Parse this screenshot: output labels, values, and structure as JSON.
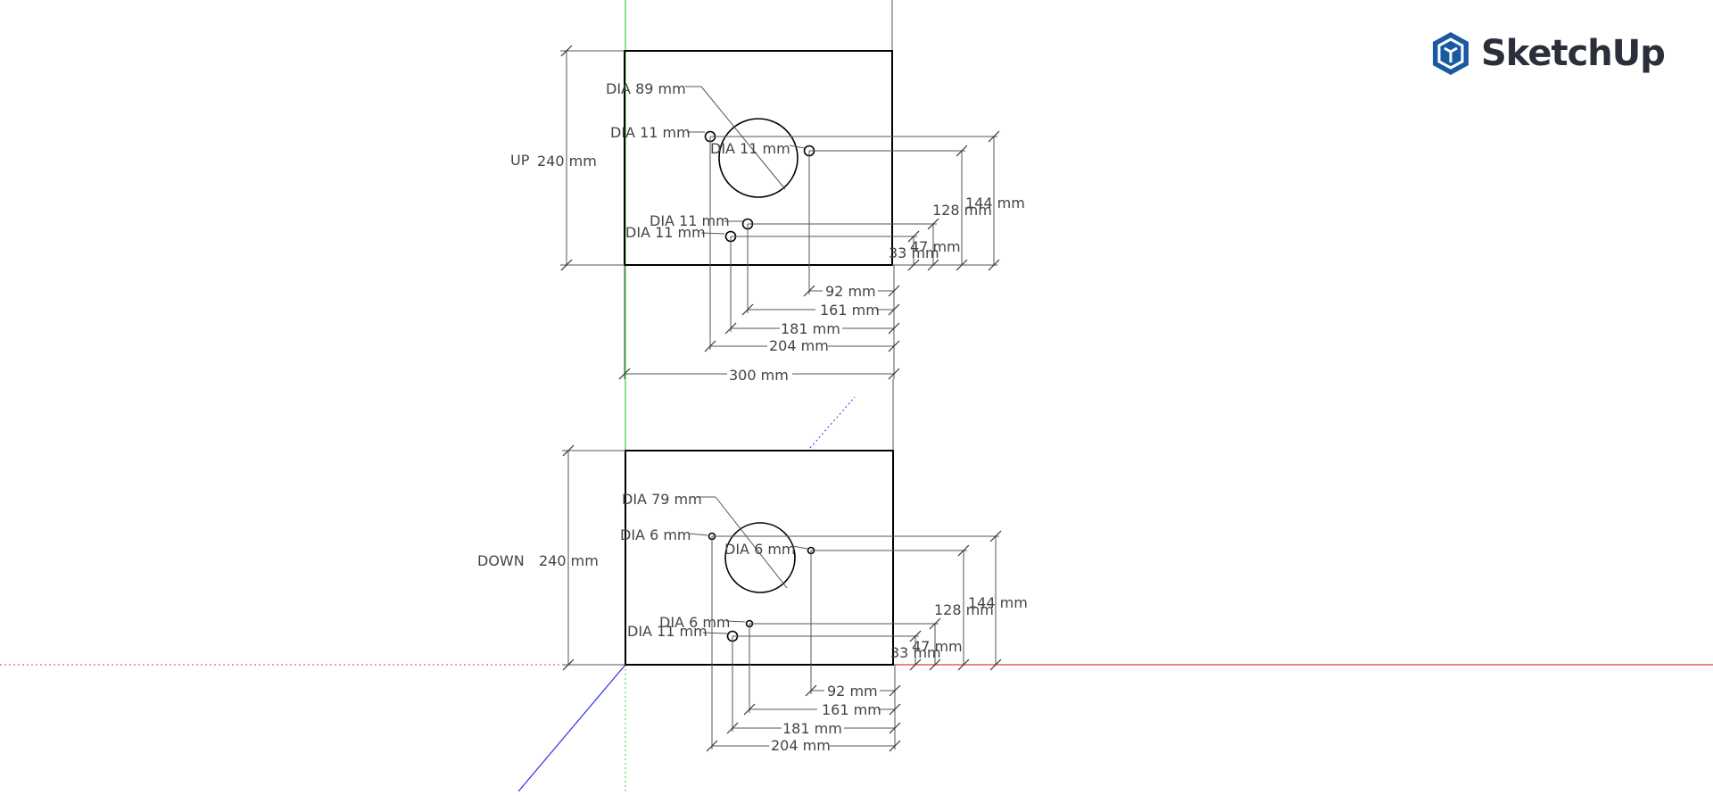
{
  "app": {
    "brand": "SketchUp"
  },
  "colors": {
    "x_axis": "#e23c3c",
    "y_axis": "#3ccc3c",
    "z_axis": "#3030e0",
    "logo": "#1a5aa0"
  },
  "axes_icon": "sketchup-logo-icon",
  "views": [
    {
      "side_label": "UP",
      "height_dim": "240 mm",
      "width_dim": "300 mm",
      "center_hole": "DIA 89 mm",
      "holes": [
        "DIA 11 mm",
        "DIA 11 mm",
        "DIA 11 mm",
        "DIA 11 mm"
      ],
      "vertical_dims": [
        "144 mm",
        "128 mm",
        "47 mm",
        "33 mm"
      ],
      "horizontal_dims": [
        "92 mm",
        "161 mm",
        "181 mm",
        "204 mm"
      ]
    },
    {
      "side_label": "DOWN",
      "height_dim": "240 mm",
      "center_hole": "DIA 79 mm",
      "holes": [
        "DIA 6 mm",
        "DIA 6 mm",
        "DIA 6 mm",
        "DIA 11 mm"
      ],
      "vertical_dims": [
        "144 mm",
        "128 mm",
        "47 mm",
        "33 mm"
      ],
      "horizontal_dims": [
        "92 mm",
        "161 mm",
        "181 mm",
        "204 mm"
      ]
    }
  ]
}
